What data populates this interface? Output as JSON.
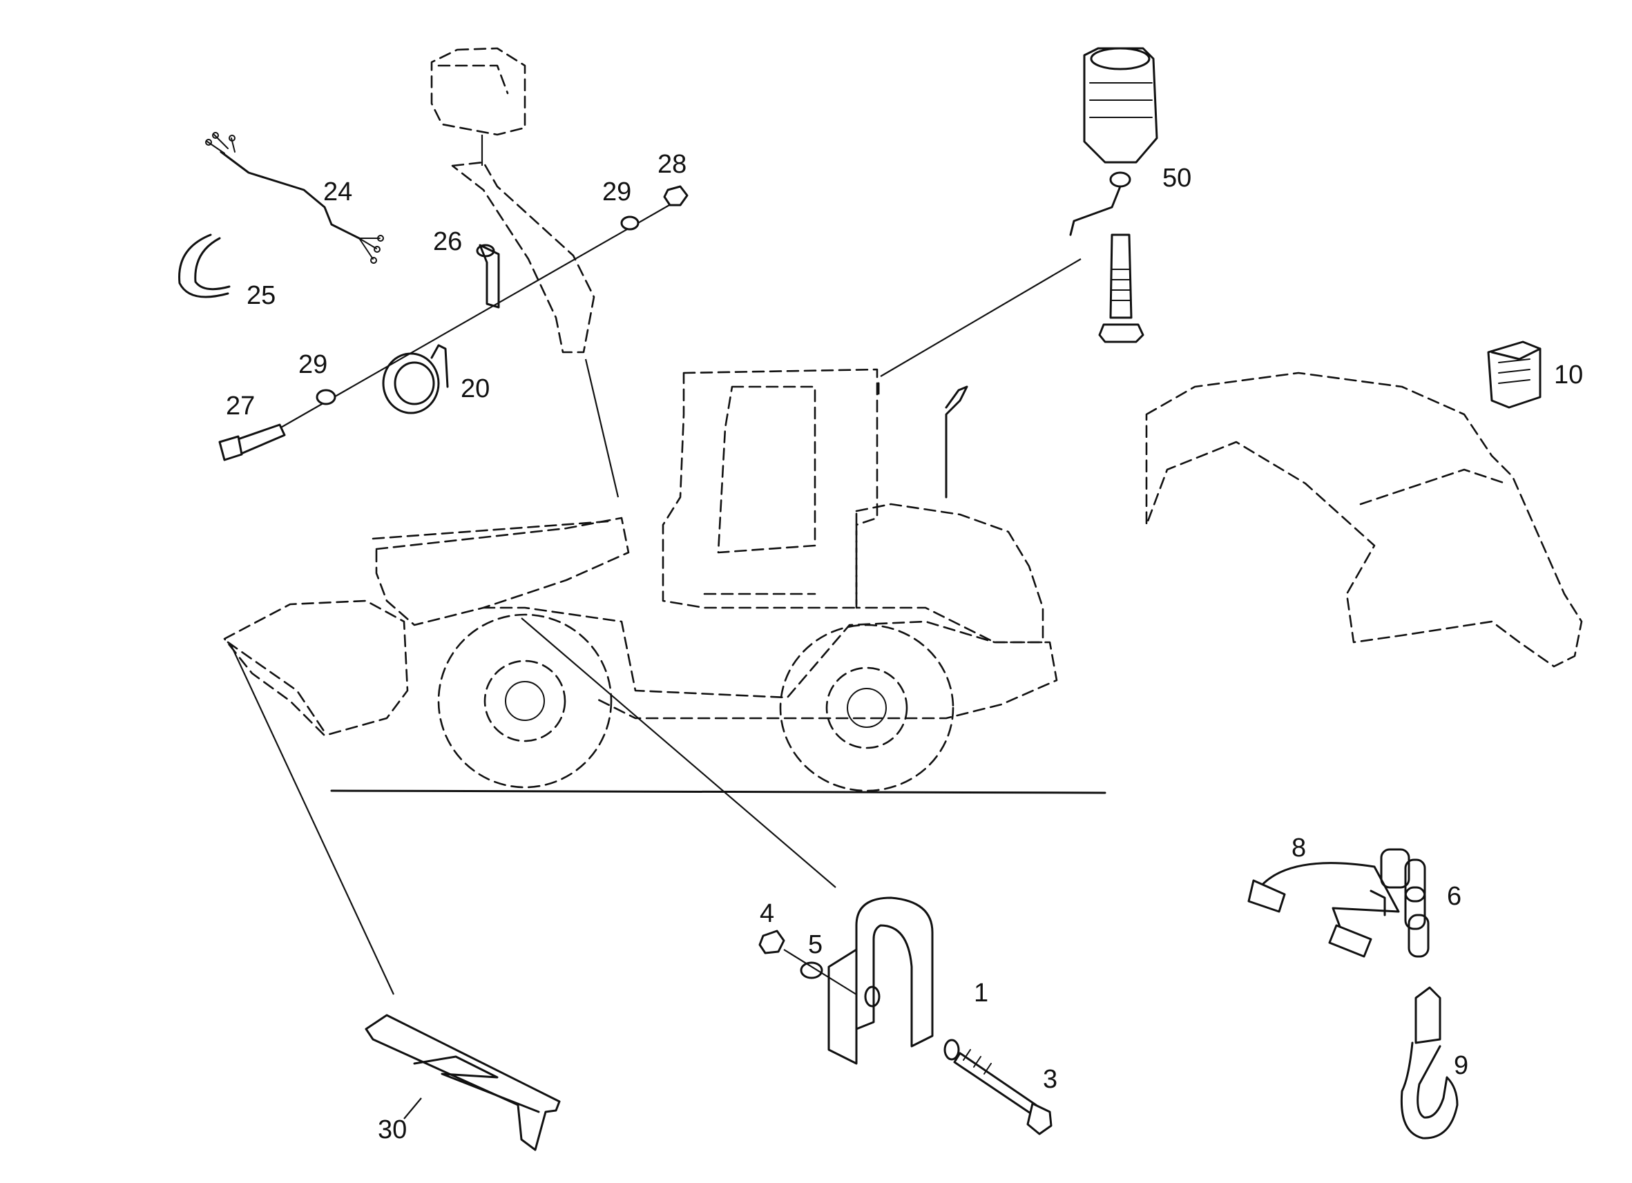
{
  "diagram": {
    "callouts": {
      "c1": "1",
      "c3": "3",
      "c4": "4",
      "c5": "5",
      "c6": "6",
      "c8": "8",
      "c9": "9",
      "c10": "10",
      "c20": "20",
      "c24": "24",
      "c25": "25",
      "c26": "26",
      "c27": "27",
      "c28": "28",
      "c29a": "29",
      "c29b": "29",
      "c30": "30",
      "c50": "50"
    }
  }
}
